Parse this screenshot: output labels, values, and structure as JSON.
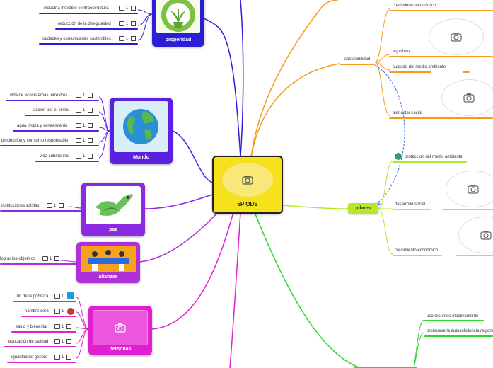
{
  "central": {
    "title": "5P ODS"
  },
  "prosperidad": {
    "title": "properidad",
    "items": [
      {
        "label": "industria inovable e infraestructura",
        "count": "1"
      },
      {
        "label": "reducción de la desigualdad",
        "count": "1"
      },
      {
        "label": "cuidades y comunidades sostenibles",
        "count": "1"
      }
    ]
  },
  "mundo": {
    "title": "Mundo",
    "items": [
      {
        "label": "vida de ecosistemas terrestres",
        "count": "1"
      },
      {
        "label": "acción por el clima",
        "count": "1"
      },
      {
        "label": "agua limpia y saneamiento",
        "count": "1"
      },
      {
        "label": "producción y consumo responsable",
        "count": "1"
      },
      {
        "label": "vida submarina",
        "count": "1"
      }
    ]
  },
  "paz": {
    "title": "paz",
    "items": [
      {
        "label": "instituciones  solidas",
        "count": "1"
      }
    ]
  },
  "alianzas": {
    "title": "alianzas",
    "items": [
      {
        "label": "lograr los objetivos",
        "count": "1"
      }
    ]
  },
  "personas": {
    "title": "personas",
    "items": [
      {
        "label": "fin de la pobreza",
        "count": "1"
      },
      {
        "label": "hambre cero",
        "count": "1"
      },
      {
        "label": "salud y bienestar",
        "count": "1"
      },
      {
        "label": "educación de calidad",
        "count": "1"
      },
      {
        "label": "igualdad de genero",
        "count": "1"
      }
    ]
  },
  "sostenibilidad": {
    "label": "sostenibilidad",
    "items": [
      {
        "label": "crecimiento económico"
      },
      {
        "label": "equilibrio"
      },
      {
        "label": "cuidado del medio ambiente"
      },
      {
        "label": "bienestar social"
      }
    ]
  },
  "pilares": {
    "title": "pilares",
    "items": [
      {
        "label": "proteccion del medio ambiente"
      },
      {
        "label": "desarrollo social"
      },
      {
        "label": "crecimiento económico"
      }
    ]
  },
  "green_branch": {
    "items": [
      {
        "label": "uso recursos efectivamente"
      },
      {
        "label": "promueve la autosuficiencia regional"
      }
    ]
  },
  "colors": {
    "blue": "#2a1fd6",
    "purple": "#8a2be2",
    "violet": "#b030d8",
    "magenta": "#e020d0",
    "orange": "#f59a1c",
    "lime": "#b6e82a",
    "green": "#2ad62a",
    "central": "#f7e01c"
  },
  "icons": [
    "camera-icon",
    "comment-icon",
    "link-icon"
  ]
}
